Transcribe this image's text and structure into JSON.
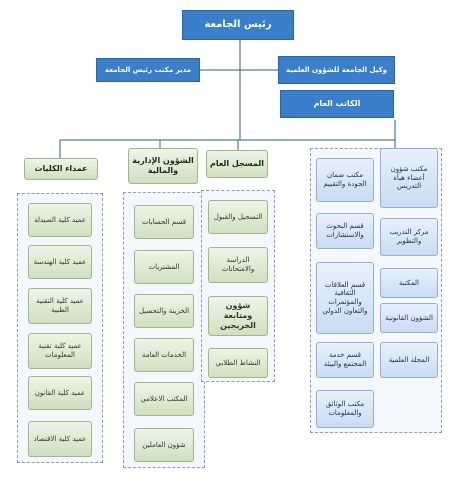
{
  "org_chart": {
    "top": "رئيس الجامعة",
    "office_manager": "مدير مكتب رئيس الجامعة",
    "vice_president": "وكيل الجامعة للشؤون العلمية",
    "general_secretary": "الكاتب العام",
    "columns": {
      "deans": {
        "head": "عمداء الكليات",
        "items": [
          "عميد كلية الصيدلة",
          "عميد كلية الهندسة",
          "عميد كلية التقنية الطبية",
          "عميد كلية تقنية المعلومات",
          "عميد كلية القانون",
          "عميد كلية الاقتصاد"
        ]
      },
      "admin_affairs": {
        "head": "الشؤون الإدارية والمالية",
        "items": [
          "قسم الحسابات",
          "المشتريات",
          "الخزينة والتحصيل",
          "الخدمات العامة",
          "المكتب الاعلامي",
          "شؤون العاملين"
        ]
      },
      "registrar": {
        "head": "المسجل العام",
        "items": [
          "التسجيل والقبول",
          "الدراسة والامتحانات",
          "شؤون ومتابعة الخريجين",
          "النشاط الطلابي"
        ]
      },
      "academic_left": {
        "items": [
          "مكتب ضمان الجودة والتقييم",
          "قسم البحوث والاستشارات",
          "قسم العلاقات الثقافية والمؤتمرات والتعاون الدولي",
          "قسم خدمة المجتمع والبيئة",
          "مكتب الوثائق والمعلومات"
        ]
      },
      "academic_right": {
        "items": [
          "مكتب شؤون أعضاء هيأة التدريس",
          "مركز التدريب والتطوير",
          "المكتبة",
          "الشؤون القانونية",
          "المجلة العلمية"
        ]
      }
    }
  }
}
